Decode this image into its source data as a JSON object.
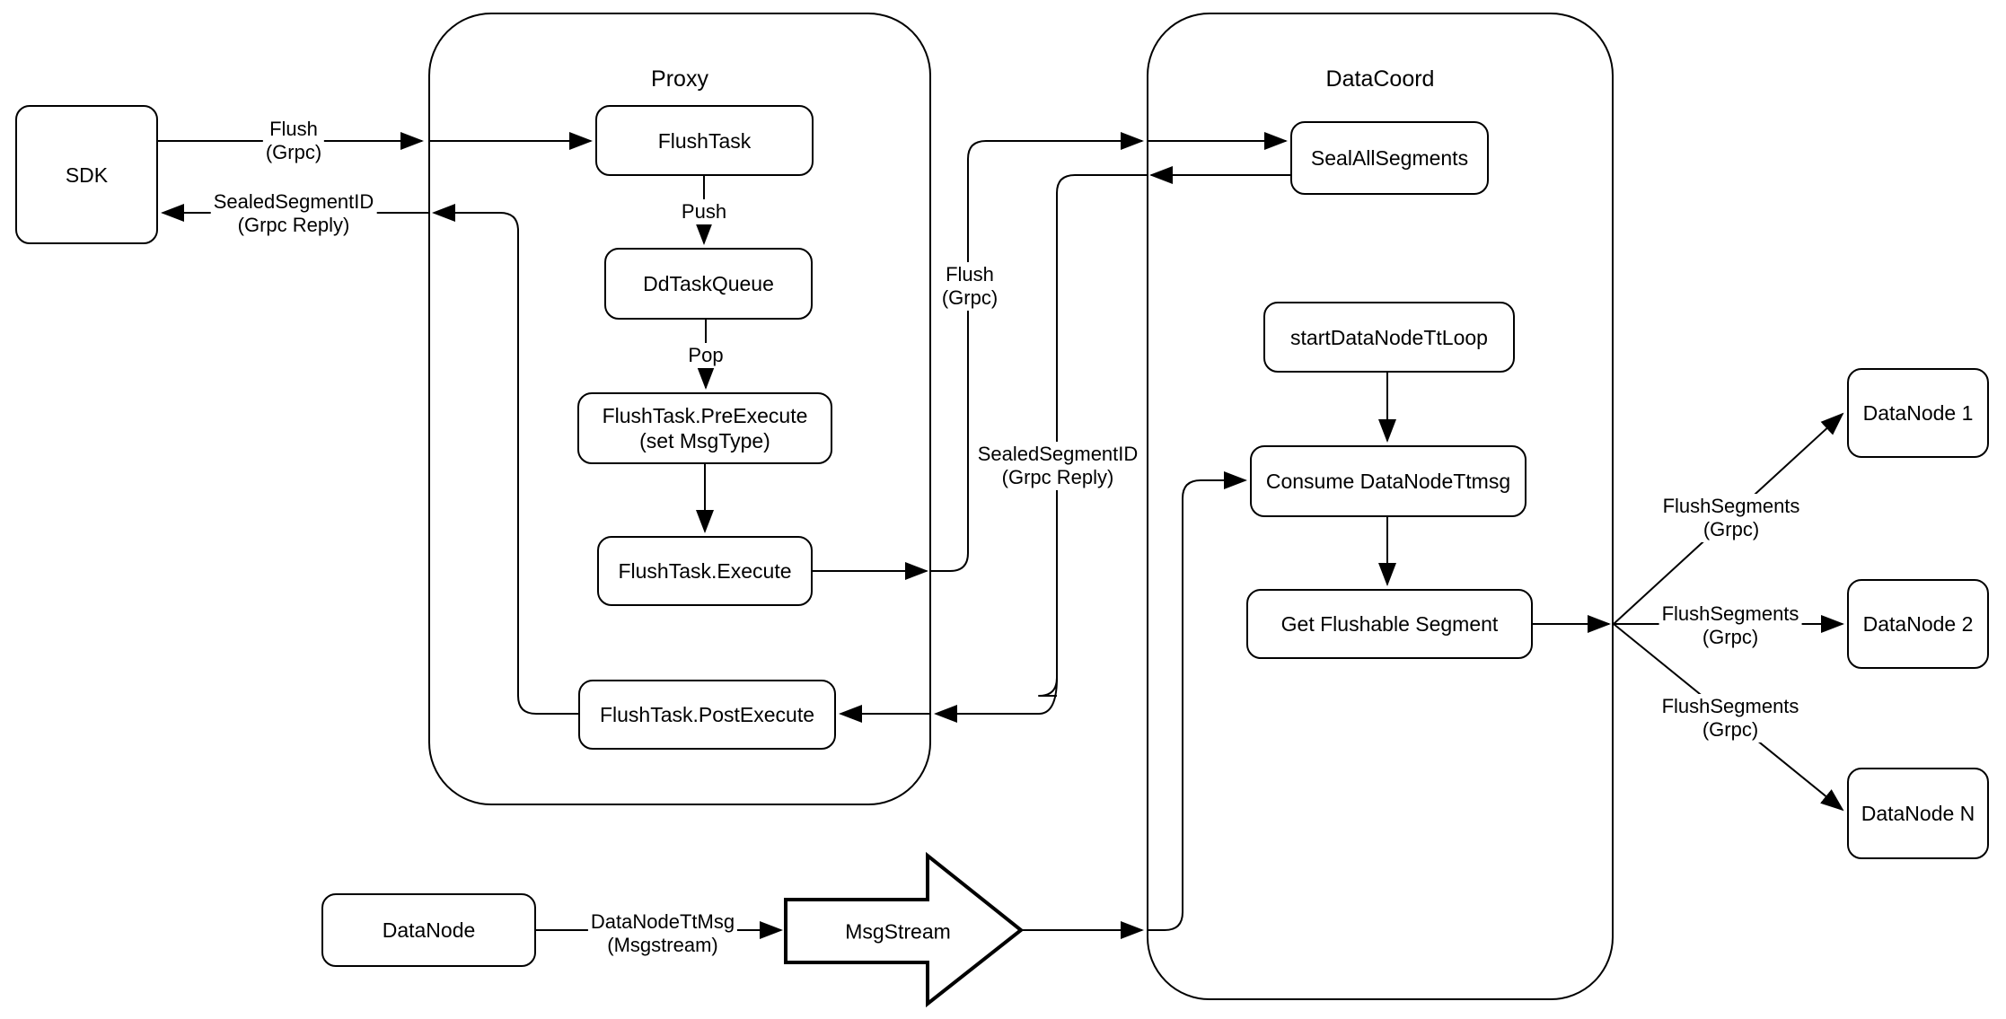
{
  "containers": {
    "proxy": {
      "title": "Proxy"
    },
    "datacoord": {
      "title": "DataCoord"
    }
  },
  "nodes": {
    "sdk": "SDK",
    "flush_task": "FlushTask",
    "dd_task_queue": "DdTaskQueue",
    "pre_execute_line1": "FlushTask.PreExecute",
    "pre_execute_line2": "(set MsgType)",
    "execute": "FlushTask.Execute",
    "post_execute": "FlushTask.PostExecute",
    "seal_all_segments": "SealAllSegments",
    "start_data_node_tt_loop": "startDataNodeTtLoop",
    "consume_data_node_ttmsg": "Consume DataNodeTtmsg",
    "get_flushable_segment": "Get Flushable Segment",
    "data_node_1": "DataNode 1",
    "data_node_2": "DataNode 2",
    "data_node_n": "DataNode N",
    "data_node": "DataNode",
    "msg_stream": "MsgStream"
  },
  "edge_labels": {
    "flush": {
      "line1": "Flush",
      "line2": "(Grpc)"
    },
    "sealed_segment_id": {
      "line1": "SealedSegmentID",
      "line2": "(Grpc Reply)"
    },
    "push": "Push",
    "pop": "Pop",
    "flush_segments": {
      "line1": "FlushSegments",
      "line2": "(Grpc)"
    },
    "data_node_tt_msg": {
      "line1": "DataNodeTtMsg",
      "line2": "(Msgstream)"
    }
  },
  "colors": {
    "stroke": "#000000",
    "background": "#ffffff"
  }
}
